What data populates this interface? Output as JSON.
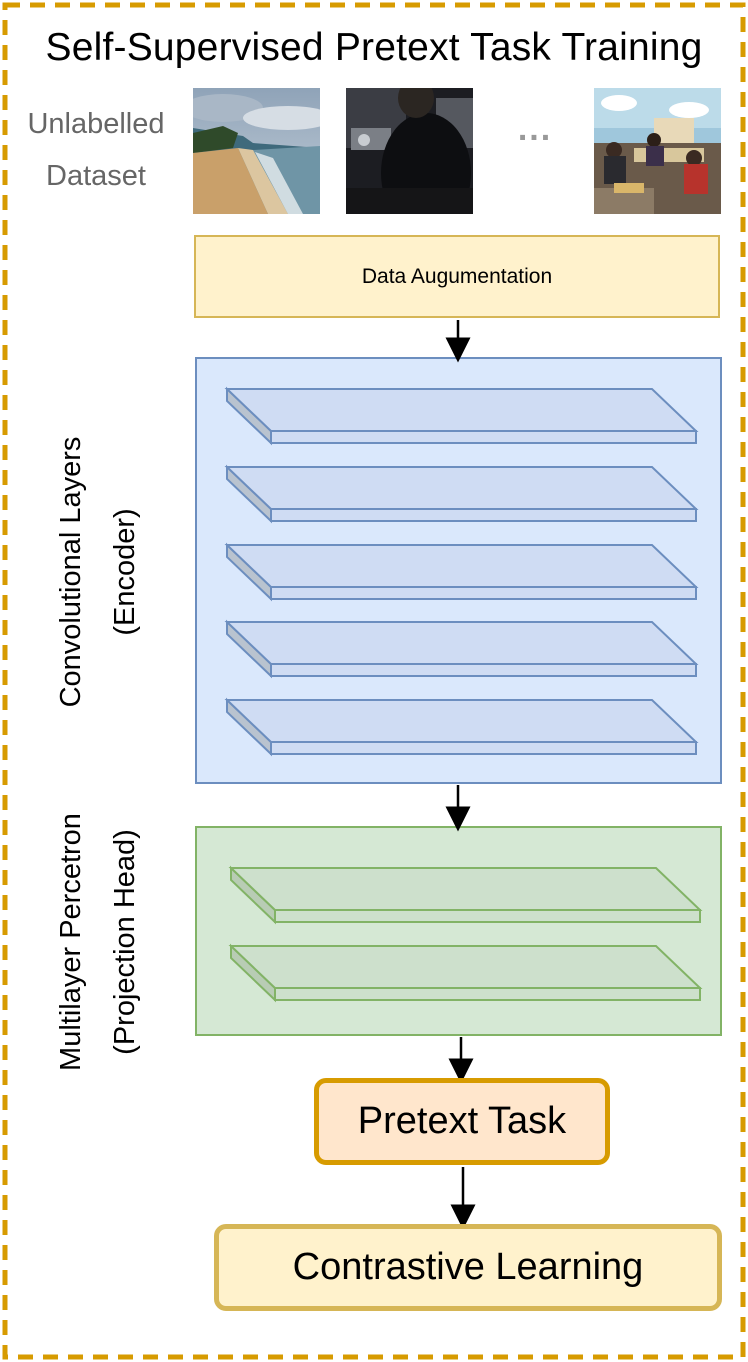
{
  "title": "Self-Supervised Pretext Task Training",
  "dataset": {
    "label_line1": "Unlabelled",
    "label_line2": "Dataset",
    "ellipsis": "...",
    "images": [
      "beach-photo",
      "dark-crowd-photo",
      "classroom-photo"
    ]
  },
  "augmentation": {
    "label": "Data Augumentation"
  },
  "encoder": {
    "label_line1": "Convolutional Layers",
    "label_line2": "(Encoder)",
    "layer_count": 5
  },
  "projection": {
    "label_line1": "Multilayer Percetron",
    "label_line2": "(Projection Head)",
    "layer_count": 2
  },
  "pretext": {
    "label": "Pretext Task"
  },
  "contrastive": {
    "label": "Contrastive Learning"
  },
  "colors": {
    "frame": "#d79b00",
    "augmentation_fill": "#fff2cc",
    "augmentation_stroke": "#d6b656",
    "encoder_fill": "#dae8fc",
    "encoder_stroke": "#6c8ebf",
    "encoder_layer": "#cfdcf3",
    "projection_fill": "#d5e8d4",
    "projection_stroke": "#82b366",
    "projection_layer": "#cde0cc",
    "pretext_fill": "#ffe6cc",
    "pretext_stroke": "#d79b00",
    "contrastive_fill": "#fff2cc",
    "contrastive_stroke": "#d6b656"
  }
}
